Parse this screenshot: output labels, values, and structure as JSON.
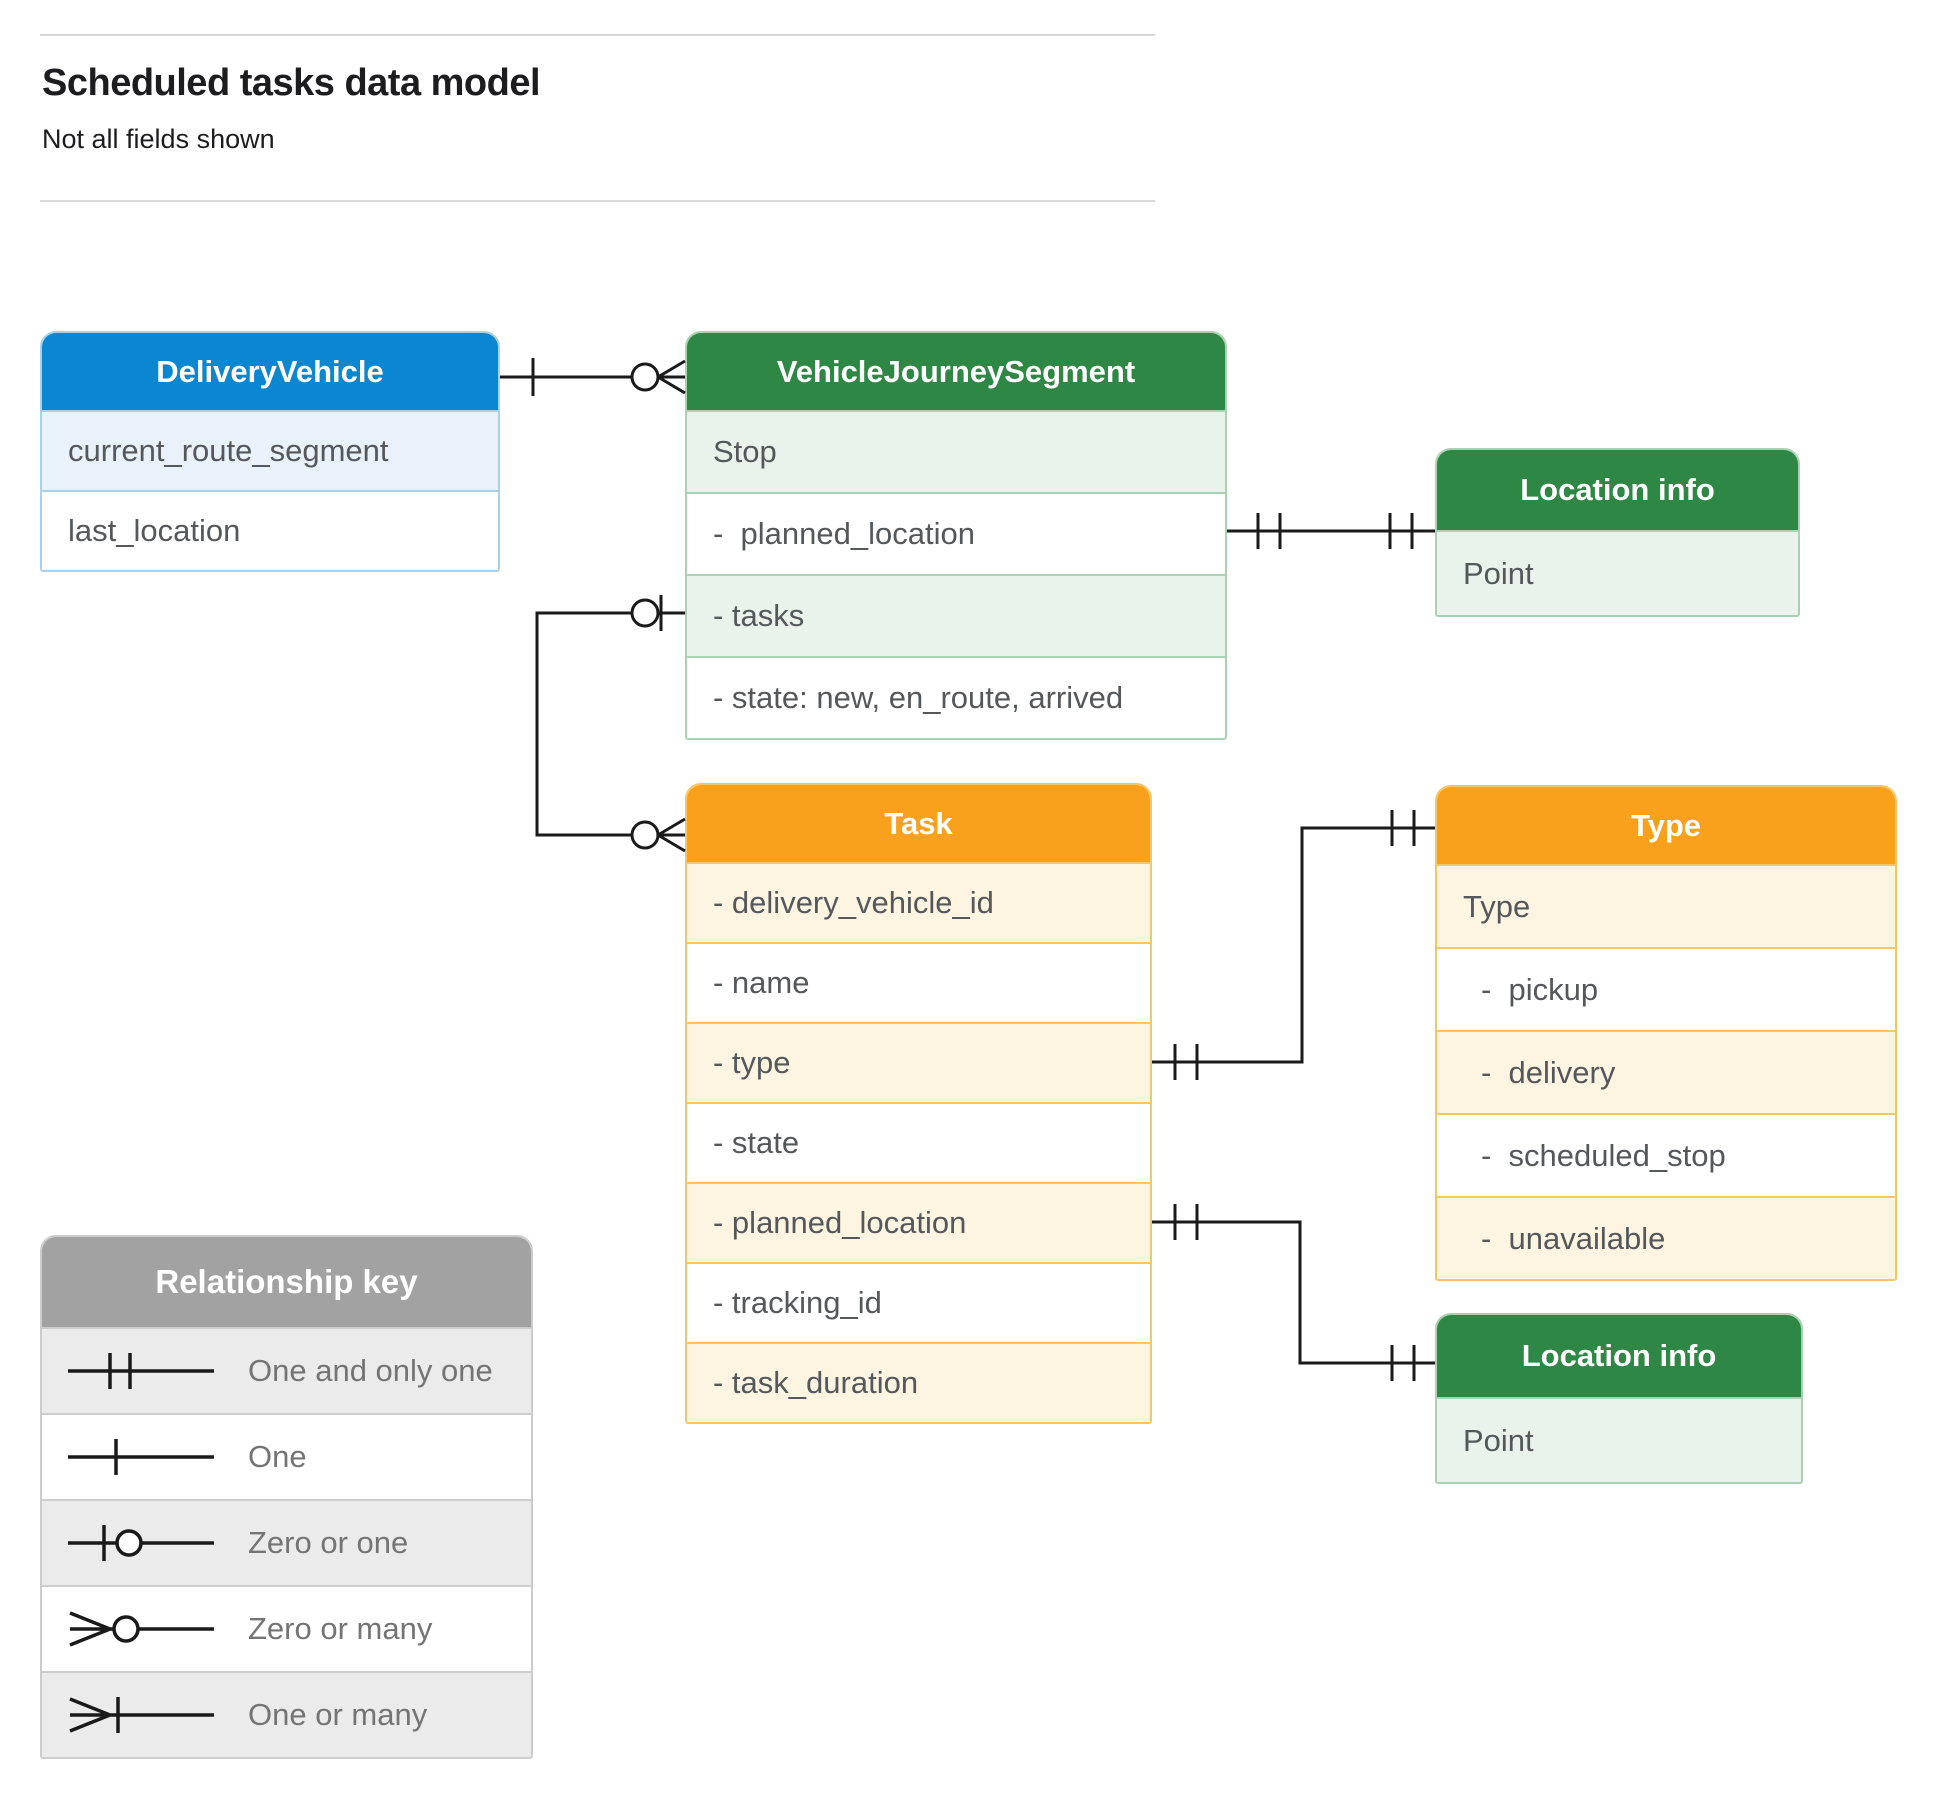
{
  "page": {
    "title": "Scheduled tasks data model",
    "subtitle": "Not all fields shown"
  },
  "entities": {
    "delivery_vehicle": {
      "title": "DeliveryVehicle",
      "rows": [
        "current_route_segment",
        "last_location"
      ]
    },
    "vehicle_journey_segment": {
      "title": "VehicleJourneySegment",
      "rows": [
        "Stop",
        "-  planned_location",
        "- tasks",
        "- state: new, en_route, arrived"
      ]
    },
    "location_info_top": {
      "title": "Location info",
      "rows": [
        "Point"
      ]
    },
    "task": {
      "title": "Task",
      "rows": [
        "- delivery_vehicle_id",
        "- name",
        "- type",
        "- state",
        "- planned_location",
        "- tracking_id",
        "- task_duration"
      ]
    },
    "type": {
      "title": "Type",
      "rows": [
        "Type",
        "-  pickup",
        "-  delivery",
        "-  scheduled_stop",
        "-  unavailable"
      ]
    },
    "location_info_bottom": {
      "title": "Location info",
      "rows": [
        "Point"
      ]
    }
  },
  "legend": {
    "title": "Relationship key",
    "items": [
      {
        "symbol": "one-and-only-one",
        "label": "One and only one"
      },
      {
        "symbol": "one",
        "label": "One"
      },
      {
        "symbol": "zero-or-one",
        "label": "Zero or one"
      },
      {
        "symbol": "zero-or-many",
        "label": "Zero or many"
      },
      {
        "symbol": "one-or-many",
        "label": "One or many"
      }
    ]
  },
  "relationships": [
    {
      "from": "DeliveryVehicle",
      "to": "VehicleJourneySegment",
      "from_end": "one",
      "to_end": "zero-or-many"
    },
    {
      "from": "VehicleJourneySegment.tasks",
      "to": "Task",
      "from_end": "zero-or-one",
      "to_end": "zero-or-many"
    },
    {
      "from": "VehicleJourneySegment.planned_location",
      "to": "Location info",
      "from_end": "one-and-only-one",
      "to_end": "one-and-only-one"
    },
    {
      "from": "Task.type",
      "to": "Type",
      "from_end": "one-and-only-one",
      "to_end": "one-and-only-one"
    },
    {
      "from": "Task.planned_location",
      "to": "Location info",
      "from_end": "one-and-only-one",
      "to_end": "one-and-only-one"
    }
  ],
  "colors": {
    "blue_header": "#0b87d1",
    "blue_tint": "#e9f1fb",
    "green_header": "#2e8745",
    "green_tint": "#e9f3ec",
    "orange_header": "#f9a11c",
    "orange_tint": "#fdf4e2",
    "gray_header": "#a2a2a2",
    "gray_tint": "#ebebeb",
    "connector": "#1a1a1a"
  }
}
